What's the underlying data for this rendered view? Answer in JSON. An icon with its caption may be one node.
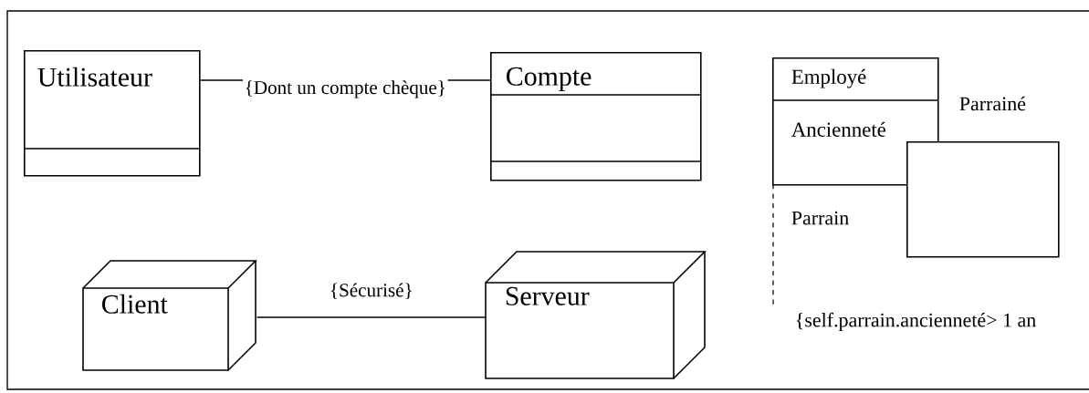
{
  "diagram": {
    "nodes": [
      {
        "text": [
          "Utilisateur"
        ]
      },
      {
        "text": [
          "Compte"
        ]
      },
      {
        "text": [
          "Client"
        ]
      },
      {
        "text": [
          "Serveur"
        ]
      },
      {
        "text": [
          "Employé",
          "Ancienneté"
        ]
      },
      {
        "text": [],
        "shape": "box"
      }
    ],
    "edges": [
      {
        "from": 0,
        "to": 1,
        "arrow": "none",
        "label": "{Dont un compte chèque}"
      },
      {
        "from": 2,
        "to": 3,
        "arrow": "none",
        "label": "{Sécurisé}"
      }
    ],
    "labels": [
      "Parrainé",
      "Parrain",
      "{self.parrain.ancienneté> 1 an"
    ]
  }
}
